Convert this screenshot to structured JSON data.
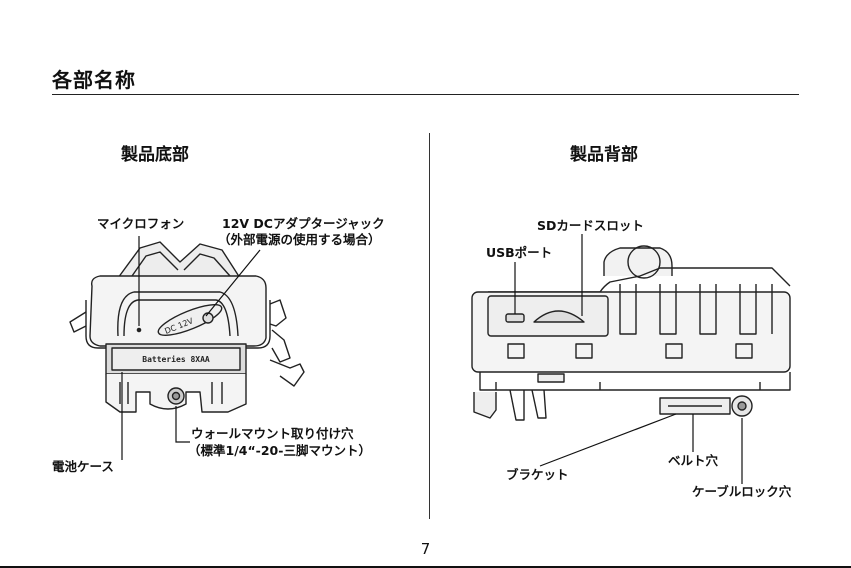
{
  "page": {
    "title": "各部名称",
    "page_number": "7"
  },
  "bottom_view": {
    "heading": "製品底部",
    "labels": {
      "microphone": "マイクロフォン",
      "dc_jack_line1": "12V DCアダプタージャック",
      "dc_jack_line2": "（外部電源の使用する場合）",
      "wall_mount_line1": "ウォールマウント取り付け穴",
      "wall_mount_line2": "（標準1/4“-20-三脚マウント）",
      "battery_case": "電池ケース"
    },
    "printed": {
      "battery_text": "Batteries  8XAA",
      "dc_text": "DC  12V"
    }
  },
  "back_view": {
    "heading": "製品背部",
    "labels": {
      "sd_slot": "SDカードスロット",
      "usb_port": "USBポート",
      "bracket": "ブラケット",
      "belt_hole": "ベルト穴",
      "cable_lock_hole": "ケーブルロック穴"
    }
  }
}
